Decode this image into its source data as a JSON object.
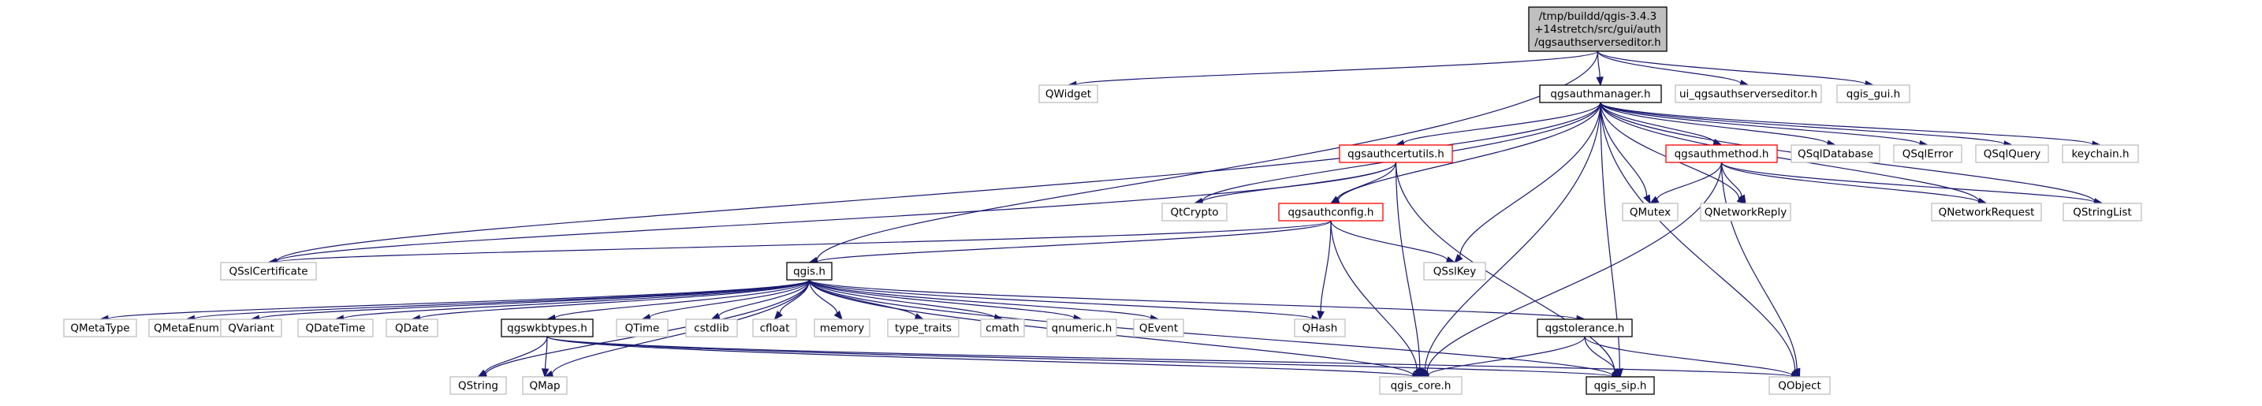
{
  "diagram": {
    "nodes": [
      {
        "id": "root",
        "lines": [
          "/tmp/buildd/qgis-3.4.3",
          "+14stretch/src/gui/auth",
          "/qgsauthserverseditor.h"
        ],
        "style": "root"
      },
      {
        "id": "qwidget",
        "lines": [
          "QWidget"
        ],
        "style": "external"
      },
      {
        "id": "authmanager",
        "lines": [
          "qgsauthmanager.h"
        ],
        "style": "documented"
      },
      {
        "id": "ui_editor",
        "lines": [
          "ui_qgsauthserverseditor.h"
        ],
        "style": "external"
      },
      {
        "id": "qgis_gui",
        "lines": [
          "qgis_gui.h"
        ],
        "style": "external"
      },
      {
        "id": "certutils",
        "lines": [
          "qgsauthcertutils.h"
        ],
        "style": "truncated"
      },
      {
        "id": "authmethod",
        "lines": [
          "qgsauthmethod.h"
        ],
        "style": "truncated"
      },
      {
        "id": "qsqldatabase",
        "lines": [
          "QSqlDatabase"
        ],
        "style": "external"
      },
      {
        "id": "qsqlerror",
        "lines": [
          "QSqlError"
        ],
        "style": "external"
      },
      {
        "id": "qsqlquery",
        "lines": [
          "QSqlQuery"
        ],
        "style": "external"
      },
      {
        "id": "keychain",
        "lines": [
          "keychain.h"
        ],
        "style": "external"
      },
      {
        "id": "qtcrypto",
        "lines": [
          "QtCrypto"
        ],
        "style": "external"
      },
      {
        "id": "authconfig",
        "lines": [
          "qgsauthconfig.h"
        ],
        "style": "truncated"
      },
      {
        "id": "qmutex",
        "lines": [
          "QMutex"
        ],
        "style": "external"
      },
      {
        "id": "qnetworkreply",
        "lines": [
          "QNetworkReply"
        ],
        "style": "external"
      },
      {
        "id": "qnetworkrequest",
        "lines": [
          "QNetworkRequest"
        ],
        "style": "external"
      },
      {
        "id": "qstringlist",
        "lines": [
          "QStringList"
        ],
        "style": "external"
      },
      {
        "id": "qsslcertificate",
        "lines": [
          "QSslCertificate"
        ],
        "style": "external"
      },
      {
        "id": "qgis",
        "lines": [
          "qgis.h"
        ],
        "style": "documented"
      },
      {
        "id": "qsslkey",
        "lines": [
          "QSslKey"
        ],
        "style": "external"
      },
      {
        "id": "qmetatype",
        "lines": [
          "QMetaType"
        ],
        "style": "external"
      },
      {
        "id": "qmetaenum",
        "lines": [
          "QMetaEnum"
        ],
        "style": "external"
      },
      {
        "id": "qvariant",
        "lines": [
          "QVariant"
        ],
        "style": "external"
      },
      {
        "id": "qdatetime",
        "lines": [
          "QDateTime"
        ],
        "style": "external"
      },
      {
        "id": "qdate",
        "lines": [
          "QDate"
        ],
        "style": "external"
      },
      {
        "id": "wkbtypes",
        "lines": [
          "qgswkbtypes.h"
        ],
        "style": "documented"
      },
      {
        "id": "qtime",
        "lines": [
          "QTime"
        ],
        "style": "external"
      },
      {
        "id": "cstdlib",
        "lines": [
          "cstdlib"
        ],
        "style": "external"
      },
      {
        "id": "cfloat",
        "lines": [
          "cfloat"
        ],
        "style": "external"
      },
      {
        "id": "memory",
        "lines": [
          "memory"
        ],
        "style": "external"
      },
      {
        "id": "type_traits",
        "lines": [
          "type_traits"
        ],
        "style": "external"
      },
      {
        "id": "cmath",
        "lines": [
          "cmath"
        ],
        "style": "external"
      },
      {
        "id": "qnumeric",
        "lines": [
          "qnumeric.h"
        ],
        "style": "external"
      },
      {
        "id": "qevent",
        "lines": [
          "QEvent"
        ],
        "style": "external"
      },
      {
        "id": "qhash",
        "lines": [
          "QHash"
        ],
        "style": "external"
      },
      {
        "id": "tolerance",
        "lines": [
          "qgstolerance.h"
        ],
        "style": "documented"
      },
      {
        "id": "qstring",
        "lines": [
          "QString"
        ],
        "style": "external"
      },
      {
        "id": "qmap",
        "lines": [
          "QMap"
        ],
        "style": "external"
      },
      {
        "id": "qgis_core",
        "lines": [
          "qgis_core.h"
        ],
        "style": "external"
      },
      {
        "id": "qgis_sip",
        "lines": [
          "qgis_sip.h"
        ],
        "style": "documented"
      },
      {
        "id": "qobject",
        "lines": [
          "QObject"
        ],
        "style": "external"
      }
    ],
    "edges": [
      [
        "root",
        "qwidget"
      ],
      [
        "root",
        "authmanager"
      ],
      [
        "root",
        "ui_editor"
      ],
      [
        "root",
        "qgis_gui"
      ],
      [
        "root",
        "qgis"
      ],
      [
        "authmanager",
        "certutils"
      ],
      [
        "authmanager",
        "authmethod"
      ],
      [
        "authmanager",
        "qsqldatabase"
      ],
      [
        "authmanager",
        "qsqlerror"
      ],
      [
        "authmanager",
        "qsqlquery"
      ],
      [
        "authmanager",
        "keychain"
      ],
      [
        "authmanager",
        "qtcrypto"
      ],
      [
        "authmanager",
        "authconfig"
      ],
      [
        "authmanager",
        "qmutex"
      ],
      [
        "authmanager",
        "qnetworkreply"
      ],
      [
        "authmanager",
        "qnetworkrequest"
      ],
      [
        "authmanager",
        "qstringlist"
      ],
      [
        "authmanager",
        "qsslcertificate"
      ],
      [
        "authmanager",
        "qsslkey"
      ],
      [
        "authmanager",
        "qgis_core"
      ],
      [
        "authmanager",
        "qgis_sip"
      ],
      [
        "authmanager",
        "qobject"
      ],
      [
        "certutils",
        "qtcrypto"
      ],
      [
        "certutils",
        "authconfig"
      ],
      [
        "certutils",
        "qsslcertificate"
      ],
      [
        "certutils",
        "qgis_core"
      ],
      [
        "certutils",
        "qgis_sip"
      ],
      [
        "authmethod",
        "qmutex"
      ],
      [
        "authmethod",
        "qnetworkreply"
      ],
      [
        "authmethod",
        "qnetworkrequest"
      ],
      [
        "authmethod",
        "qstringlist"
      ],
      [
        "authmethod",
        "qobject"
      ],
      [
        "authmethod",
        "qgis_core"
      ],
      [
        "authconfig",
        "qsslcertificate"
      ],
      [
        "authconfig",
        "qsslkey"
      ],
      [
        "authconfig",
        "qhash"
      ],
      [
        "authconfig",
        "qgis_core"
      ],
      [
        "authconfig",
        "qgis"
      ],
      [
        "qgis",
        "qmetatype"
      ],
      [
        "qgis",
        "qmetaenum"
      ],
      [
        "qgis",
        "qvariant"
      ],
      [
        "qgis",
        "qdatetime"
      ],
      [
        "qgis",
        "qdate"
      ],
      [
        "qgis",
        "wkbtypes"
      ],
      [
        "qgis",
        "qtime"
      ],
      [
        "qgis",
        "cstdlib"
      ],
      [
        "qgis",
        "cfloat"
      ],
      [
        "qgis",
        "memory"
      ],
      [
        "qgis",
        "type_traits"
      ],
      [
        "qgis",
        "cmath"
      ],
      [
        "qgis",
        "qnumeric"
      ],
      [
        "qgis",
        "qevent"
      ],
      [
        "qgis",
        "qhash"
      ],
      [
        "qgis",
        "tolerance"
      ],
      [
        "qgis",
        "qstring"
      ],
      [
        "qgis",
        "qmap"
      ],
      [
        "qgis",
        "qgis_core"
      ],
      [
        "qgis",
        "qgis_sip"
      ],
      [
        "wkbtypes",
        "qstring"
      ],
      [
        "wkbtypes",
        "qmap"
      ],
      [
        "wkbtypes",
        "qgis_core"
      ],
      [
        "wkbtypes",
        "qgis_sip"
      ],
      [
        "wkbtypes",
        "qobject"
      ],
      [
        "tolerance",
        "qgis_core"
      ],
      [
        "tolerance",
        "qgis_sip"
      ],
      [
        "tolerance",
        "qobject"
      ]
    ],
    "colors": {
      "edge": "#191970",
      "root_fill": "#bfbfbf",
      "root_border": "#000000",
      "documented_border": "#000000",
      "truncated_border": "#ff0000",
      "external_border": "#bfbfbf",
      "node_fill": "#ffffff"
    }
  }
}
